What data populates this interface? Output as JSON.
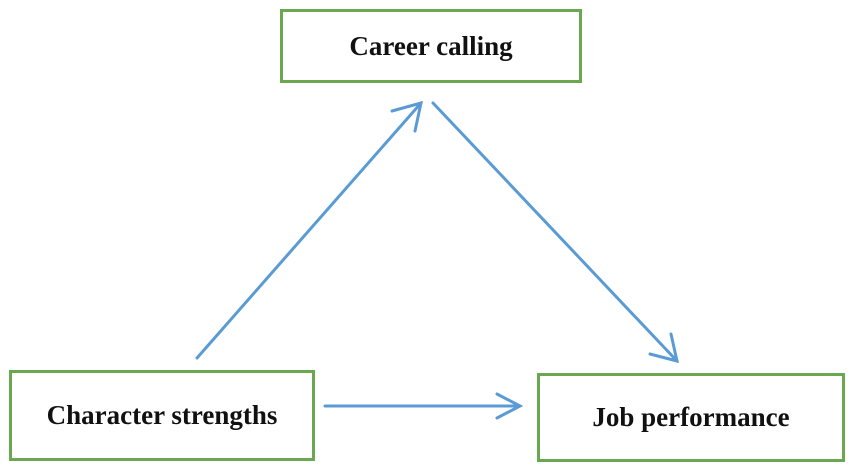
{
  "nodes": {
    "career_calling": "Career calling",
    "character_strengths": "Character strengths",
    "job_performance": "Job performance"
  },
  "colors": {
    "box_border": "#6aa84f",
    "arrow": "#5b9bd5",
    "text": "#111111"
  }
}
